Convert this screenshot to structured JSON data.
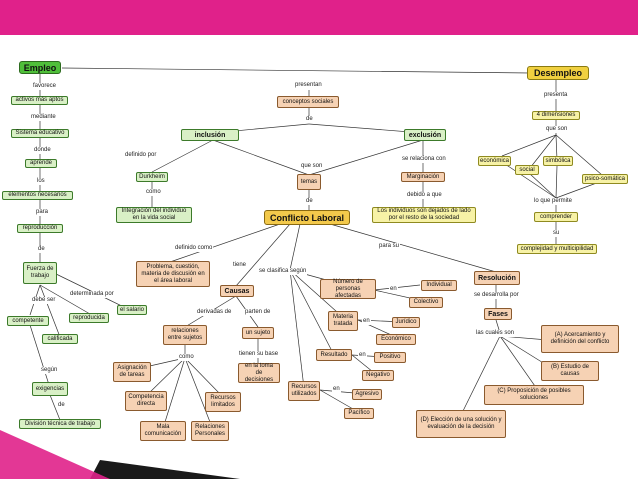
{
  "nodes": {
    "empleo": "Empleo",
    "activos": "activos más aptos",
    "sistema": "Sistema educativo",
    "aprende": "aprende",
    "elementos": "elementos necesarios",
    "reproduccion": "reproducción",
    "fuerza": "Fuerza de trabajo",
    "competente": "competente",
    "reproducida": "reproducida",
    "calificada": "calificada",
    "salario": "el salario",
    "exigencias": "exigencias",
    "division": "División técnica de trabajo",
    "desempleo": "Desempleo",
    "conceptos": "conceptos sociales",
    "inclusion": "inclusión",
    "exclusion": "exclusión",
    "durkheim": "Durkheim",
    "integracion": "Integración del individuo en la vida social",
    "temas": "temas",
    "marginacion": "Marginación",
    "individuos": "Los individuos son dejados de lado por el resto de la sociedad",
    "dimensiones": "4 dimensiones",
    "economica": "económica",
    "social": "social",
    "simbolica": "simbólica",
    "psico": "psico-somática",
    "comprender": "comprender",
    "complejidad": "complejidad y multicipilidad",
    "conflicto": "Conflicto Laboral",
    "problema": "Problema, cuestión, materia de discusión en el área laboral",
    "causas": "Causas",
    "relaciones_sujetos": "relaciones entre sujetos",
    "sujeto": "un sujeto",
    "toma": "en la toma de decisiones",
    "asignacion": "Asignación de tareas",
    "competencia": "Competencia directa",
    "recursos_lim": "Recursos limitados",
    "mala": "Mala comunicación",
    "relaciones_pers": "Relaciones Personales",
    "numero": "Número de personas afectadas",
    "individual": "Individual",
    "colectivo": "Colectivo",
    "materia": "Materia tratada",
    "juridico": "Jurídico",
    "economico": "Económico",
    "resultado": "Resultado",
    "positivo": "Positivo",
    "negativo": "Negativo",
    "recursos_util": "Recursos utilizados",
    "agresivo": "Agresivo",
    "pacifico": "Pacífico",
    "resolucion": "Resolución",
    "fases": "Fases",
    "fase_a": "(A) Acercamiento y definición del conflicto",
    "fase_b": "(B) Estudio de causas",
    "fase_c": "(C) Proposición de posibles soluciones",
    "fase_d": "(D) Elección de una solución y evaluación de la decisión"
  },
  "labels": {
    "favorece": "favorece",
    "mediante": "mediante",
    "donde": "donde",
    "los": "los",
    "para": "para",
    "de": "de",
    "debe_ser": "debe ser",
    "determinada_por": "determinada por",
    "segun": "según",
    "de2": "de",
    "presentan": "presentan",
    "de3": "de",
    "definido_por": "definido por",
    "como": "como",
    "que_son": "que son",
    "de4": "de",
    "se_relaciona_con": "se relaciona con",
    "debido_a_que": "debido a que",
    "presenta": "presenta",
    "que_son2": "que son",
    "lo_que_permite": "lo que permite",
    "su": "su",
    "definido_como": "definido como",
    "tiene": "tiene",
    "se_clasifica_segun": "se clasifica según",
    "para_su": "para su",
    "derivadas_de": "derivadas de",
    "parten_de": "parten de",
    "tienen_su_base": "tienen su base",
    "como2": "como",
    "en": "en",
    "en2": "en",
    "en3": "en",
    "en4": "en",
    "se_desarrolla_por": "se desarrolla por",
    "las_cuales_son": "las cuales son"
  }
}
